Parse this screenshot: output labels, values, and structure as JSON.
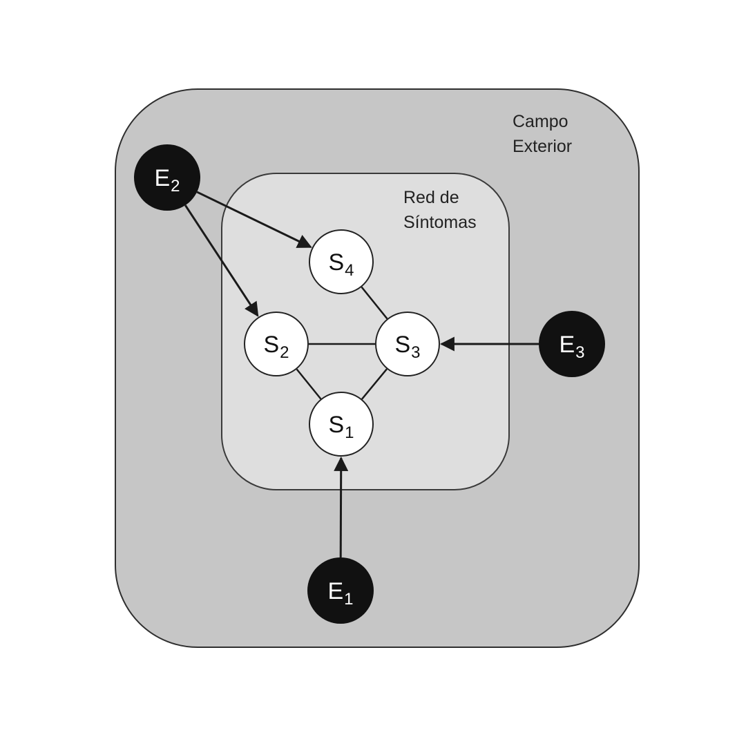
{
  "regions": {
    "outer": {
      "label_lines": [
        "Campo",
        "Exterior"
      ]
    },
    "inner": {
      "label_lines": [
        "Red de",
        "Síntomas"
      ]
    }
  },
  "nodes": {
    "S1": {
      "letter": "S",
      "index": "1",
      "kind": "symptom"
    },
    "S2": {
      "letter": "S",
      "index": "2",
      "kind": "symptom"
    },
    "S3": {
      "letter": "S",
      "index": "3",
      "kind": "symptom"
    },
    "S4": {
      "letter": "S",
      "index": "4",
      "kind": "symptom"
    },
    "E1": {
      "letter": "E",
      "index": "1",
      "kind": "external"
    },
    "E2": {
      "letter": "E",
      "index": "2",
      "kind": "external"
    },
    "E3": {
      "letter": "E",
      "index": "3",
      "kind": "external"
    }
  },
  "edges": [
    {
      "from": "S2",
      "to": "S3",
      "directed": false
    },
    {
      "from": "S2",
      "to": "S1",
      "directed": false
    },
    {
      "from": "S3",
      "to": "S1",
      "directed": false
    },
    {
      "from": "S4",
      "to": "S3",
      "directed": false
    },
    {
      "from": "E2",
      "to": "S4",
      "directed": true
    },
    {
      "from": "E2",
      "to": "S2",
      "directed": true
    },
    {
      "from": "E3",
      "to": "S3",
      "directed": true
    },
    {
      "from": "E1",
      "to": "S1",
      "directed": true
    }
  ],
  "colors": {
    "outer_fill": "#c6c6c6",
    "inner_fill": "#dedede",
    "external_node": "#111111",
    "symptom_node": "#ffffff",
    "line": "#1a1a1a"
  }
}
